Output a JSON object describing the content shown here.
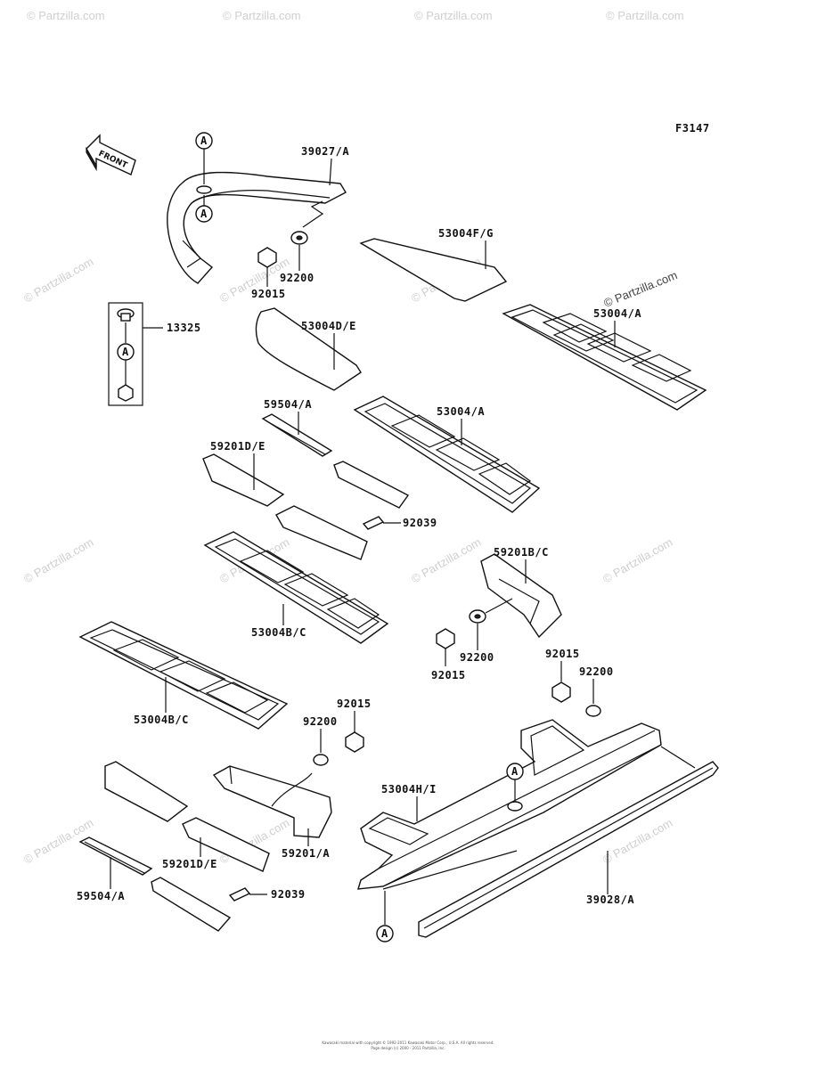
{
  "figure_code": "F3147",
  "front_label": "FRONT",
  "ref_mark": "A",
  "watermark_text": "© Partzilla.com",
  "parts": [
    {
      "id": "39027/A"
    },
    {
      "id": "53004F/G"
    },
    {
      "id": "92200"
    },
    {
      "id": "92015"
    },
    {
      "id": "53004/A"
    },
    {
      "id": "13325"
    },
    {
      "id": "53004D/E"
    },
    {
      "id": "59504/A"
    },
    {
      "id": "53004/A"
    },
    {
      "id": "59201D/E"
    },
    {
      "id": "92039"
    },
    {
      "id": "59201B/C"
    },
    {
      "id": "53004B/C"
    },
    {
      "id": "92200"
    },
    {
      "id": "92015"
    },
    {
      "id": "92015"
    },
    {
      "id": "92200"
    },
    {
      "id": "53004B/C"
    },
    {
      "id": "92015"
    },
    {
      "id": "92200"
    },
    {
      "id": "53004H/I"
    },
    {
      "id": "59201/A"
    },
    {
      "id": "59201D/E"
    },
    {
      "id": "59504/A"
    },
    {
      "id": "92039"
    },
    {
      "id": "39028/A"
    }
  ],
  "copyright_line1": "Kawasaki material with copyright © 1992-2011 Kawasaki Motor Corp., U.S.A. All rights reserved.",
  "copyright_line2": "Page design (c) 2000 - 2011 Partzilla, Inc."
}
